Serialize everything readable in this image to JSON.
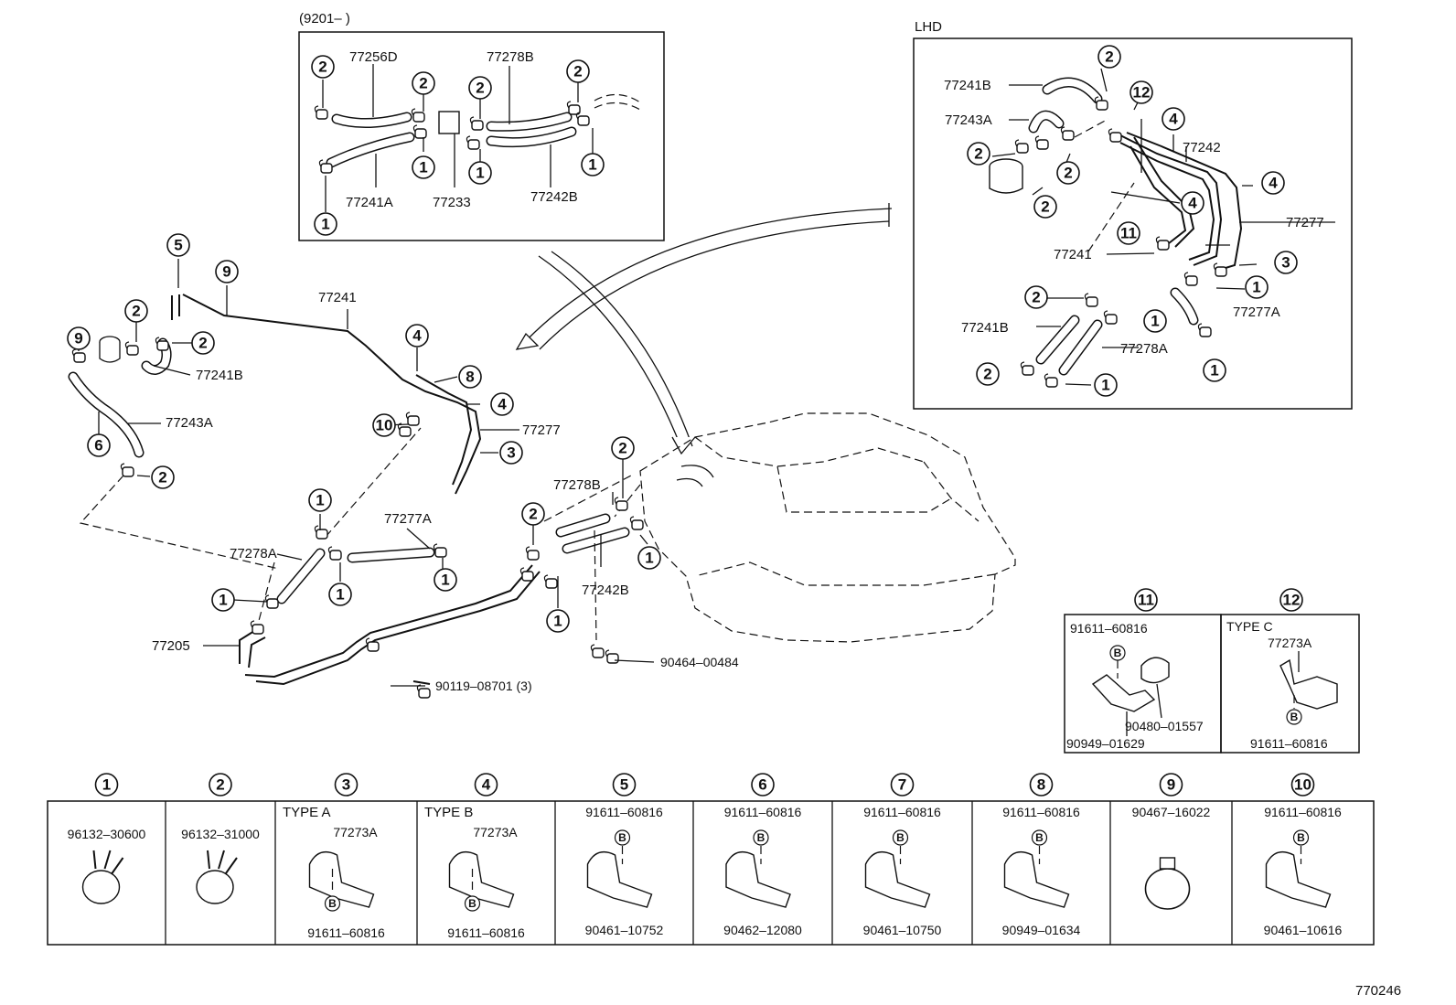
{
  "inset_top": {
    "header": "(9201–        )"
  },
  "inset_lhd": {
    "header": "LHD"
  },
  "footer_code": "770246",
  "labels": {
    "p77256D": "77256D",
    "p77278B_a": "77278B",
    "p77241A": "77241A",
    "p77233": "77233",
    "p77242B_a": "77242B",
    "p77241B_a": "77241B",
    "p77243A_a": "77243A",
    "p77242_a": "77242",
    "p77277_a": "77277",
    "p77241_a": "77241",
    "p77277A_a": "77277A",
    "p77241B_b": "77241B",
    "p77278A_a": "77278A",
    "p77241_b": "77241",
    "p77241B_c": "77241B",
    "p77243A_b": "77243A",
    "p77277_b": "77277",
    "p77277A_b": "77277A",
    "p77278A_b": "77278A",
    "p77205": "77205",
    "p90119": "90119–08701 (3)",
    "p77278B_b": "77278B",
    "p77242B_b": "77242B",
    "p90464": "90464–00484"
  },
  "detail_11": {
    "num": "11",
    "top": "91611–60816",
    "mid": "90480–01557",
    "bot": "90949–01629"
  },
  "detail_12": {
    "num": "12",
    "type": "TYPE C",
    "part": "77273A",
    "bot": "91611–60816"
  },
  "legend": [
    {
      "num": "1",
      "type": "",
      "top": "96132–30600",
      "bot": ""
    },
    {
      "num": "2",
      "type": "",
      "top": "96132–31000",
      "bot": ""
    },
    {
      "num": "3",
      "type": "TYPE  A",
      "top": "77273A",
      "bot": "91611–60816"
    },
    {
      "num": "4",
      "type": "TYPE  B",
      "top": "77273A",
      "bot": "91611–60816"
    },
    {
      "num": "5",
      "type": "",
      "top": "91611–60816",
      "bot": "90461–10752"
    },
    {
      "num": "6",
      "type": "",
      "top": "91611–60816",
      "bot": "90462–12080"
    },
    {
      "num": "7",
      "type": "",
      "top": "91611–60816",
      "bot": "90461–10750"
    },
    {
      "num": "8",
      "type": "",
      "top": "91611–60816",
      "bot": "90949–01634"
    },
    {
      "num": "9",
      "type": "",
      "top": "90467–16022",
      "bot": ""
    },
    {
      "num": "10",
      "type": "",
      "top": "91611–60816",
      "bot": "90461–10616"
    }
  ],
  "bolt_letter": "B"
}
